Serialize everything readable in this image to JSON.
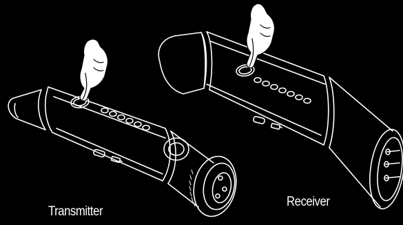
{
  "colors": {
    "background": "#000000",
    "outline": "#ffffff"
  },
  "devices": [
    {
      "id": "transmitter",
      "label": "Transmitter",
      "icons": [
        "hand-pointer-icon",
        "power-button-icon",
        "usb-port-icon",
        "battery-icon",
        "xlr-female-connector-icon"
      ]
    },
    {
      "id": "receiver",
      "label": "Receiver",
      "icons": [
        "hand-pointer-icon",
        "power-button-icon",
        "usb-port-icon",
        "battery-icon",
        "xlr-male-connector-icon"
      ]
    }
  ]
}
